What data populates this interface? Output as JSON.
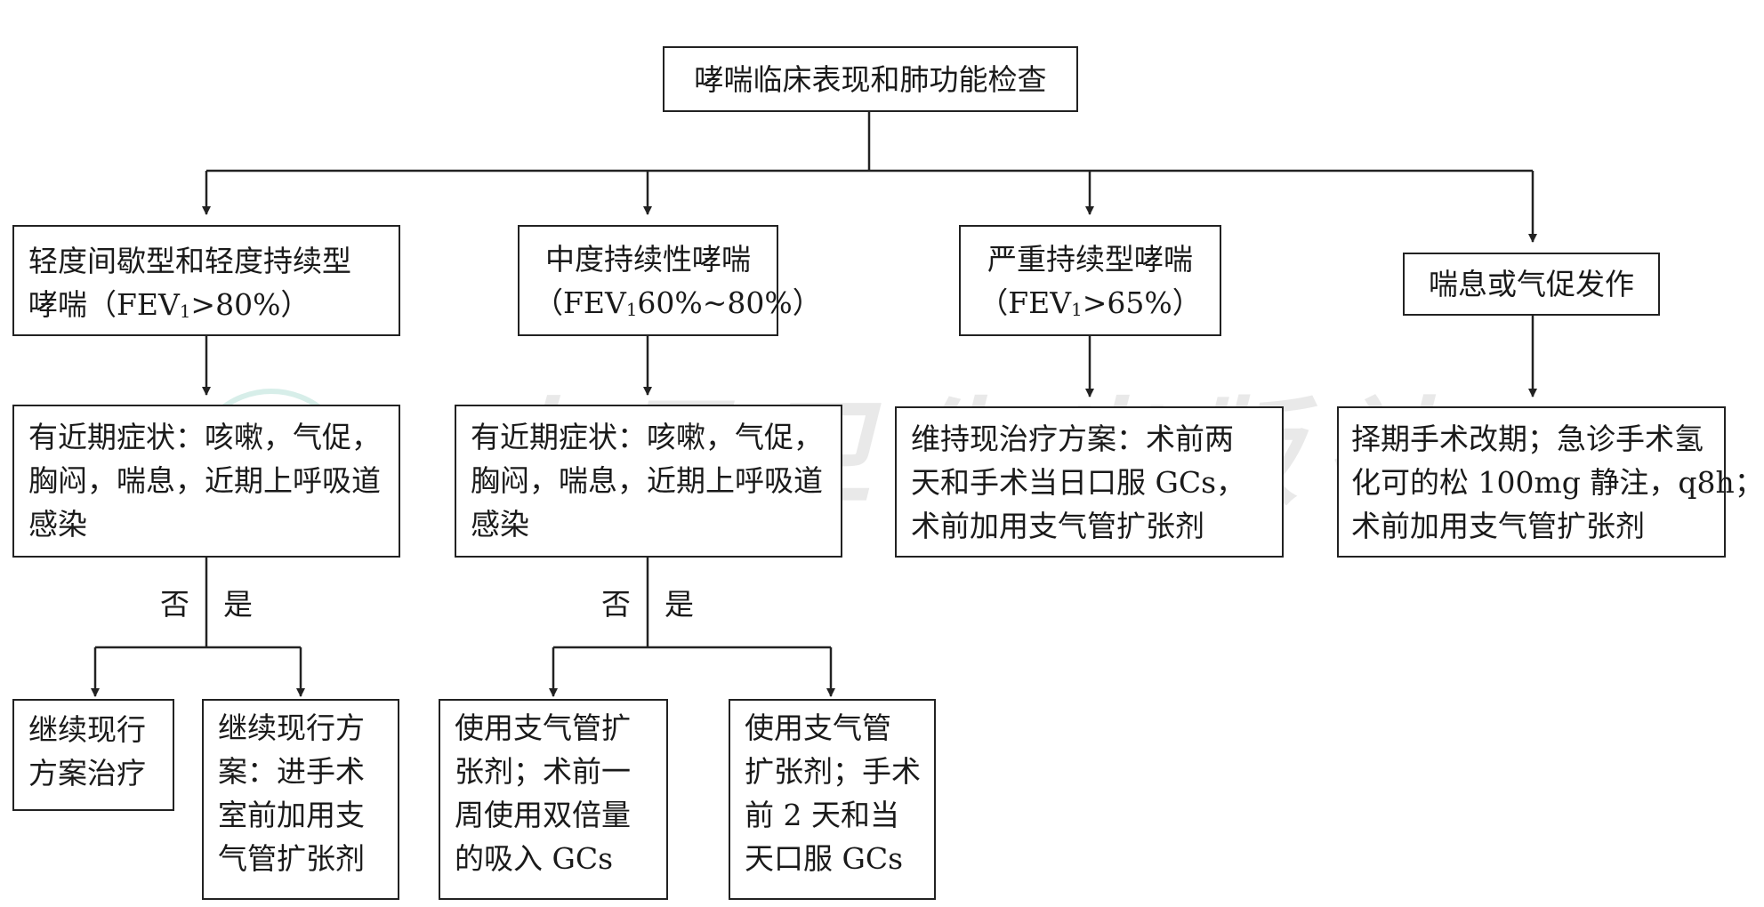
{
  "root": "哮喘临床表现和肺功能检查",
  "branch1": {
    "title": [
      "轻度间歇型和轻度持续型"
    ],
    "title2_prefix": "哮喘（FEV",
    "title2_sub": "1",
    "title2_suffix": ">80%）",
    "symptoms": [
      "有近期症状：咳嗽，气促，",
      "胸闷，喘息，近期上呼吸道",
      "感染"
    ],
    "no": "否",
    "yes": "是",
    "no_result": [
      "继续现行",
      "方案治疗"
    ],
    "yes_result": [
      "继续现行方",
      "案：进手术",
      "室前加用支",
      "气管扩张剂"
    ]
  },
  "branch2": {
    "title": "中度持续性哮喘",
    "title2_prefix": "（FEV",
    "title2_sub": "1",
    "title2_suffix": "60%~80%）",
    "symptoms": [
      "有近期症状：咳嗽，气促，",
      "胸闷，喘息，近期上呼吸道",
      "感染"
    ],
    "no": "否",
    "yes": "是",
    "no_result": [
      "使用支气管扩",
      "张剂；术前一",
      "周使用双倍量",
      "的吸入 GCs"
    ],
    "yes_result": [
      "使用支气管",
      "扩张剂；手术",
      "前 2 天和当",
      "天口服 GCs"
    ]
  },
  "branch3": {
    "title": "严重持续型哮喘",
    "title2_prefix": "（FEV",
    "title2_sub": "1",
    "title2_suffix": ">65%）",
    "plan": [
      "维持现治疗方案：术前两",
      "天和手术当日口服 GCs，",
      "术前加用支气管扩张剂"
    ]
  },
  "branch4": {
    "title": "喘息或气促发作",
    "plan": [
      "择期手术改期；急诊手术氢",
      "化可的松 100mg 静注，q8h；",
      "术前加用支气管扩张剂"
    ]
  },
  "watermark": "人民卫生出版社"
}
